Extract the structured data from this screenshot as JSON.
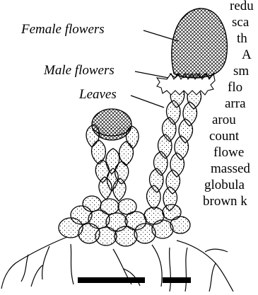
{
  "labels": {
    "female_flowers": "Female flowers",
    "male_flowers": "Male flowers",
    "leaves": "Leaves"
  },
  "caption_fragments": [
    "redu",
    "sca",
    "th",
    "A",
    "sm",
    "flo",
    "arra",
    "arou",
    "count",
    "flowe",
    "massed",
    "globula",
    "brown k"
  ],
  "colors": {
    "ink": "#000000",
    "paper": "#ffffff"
  }
}
